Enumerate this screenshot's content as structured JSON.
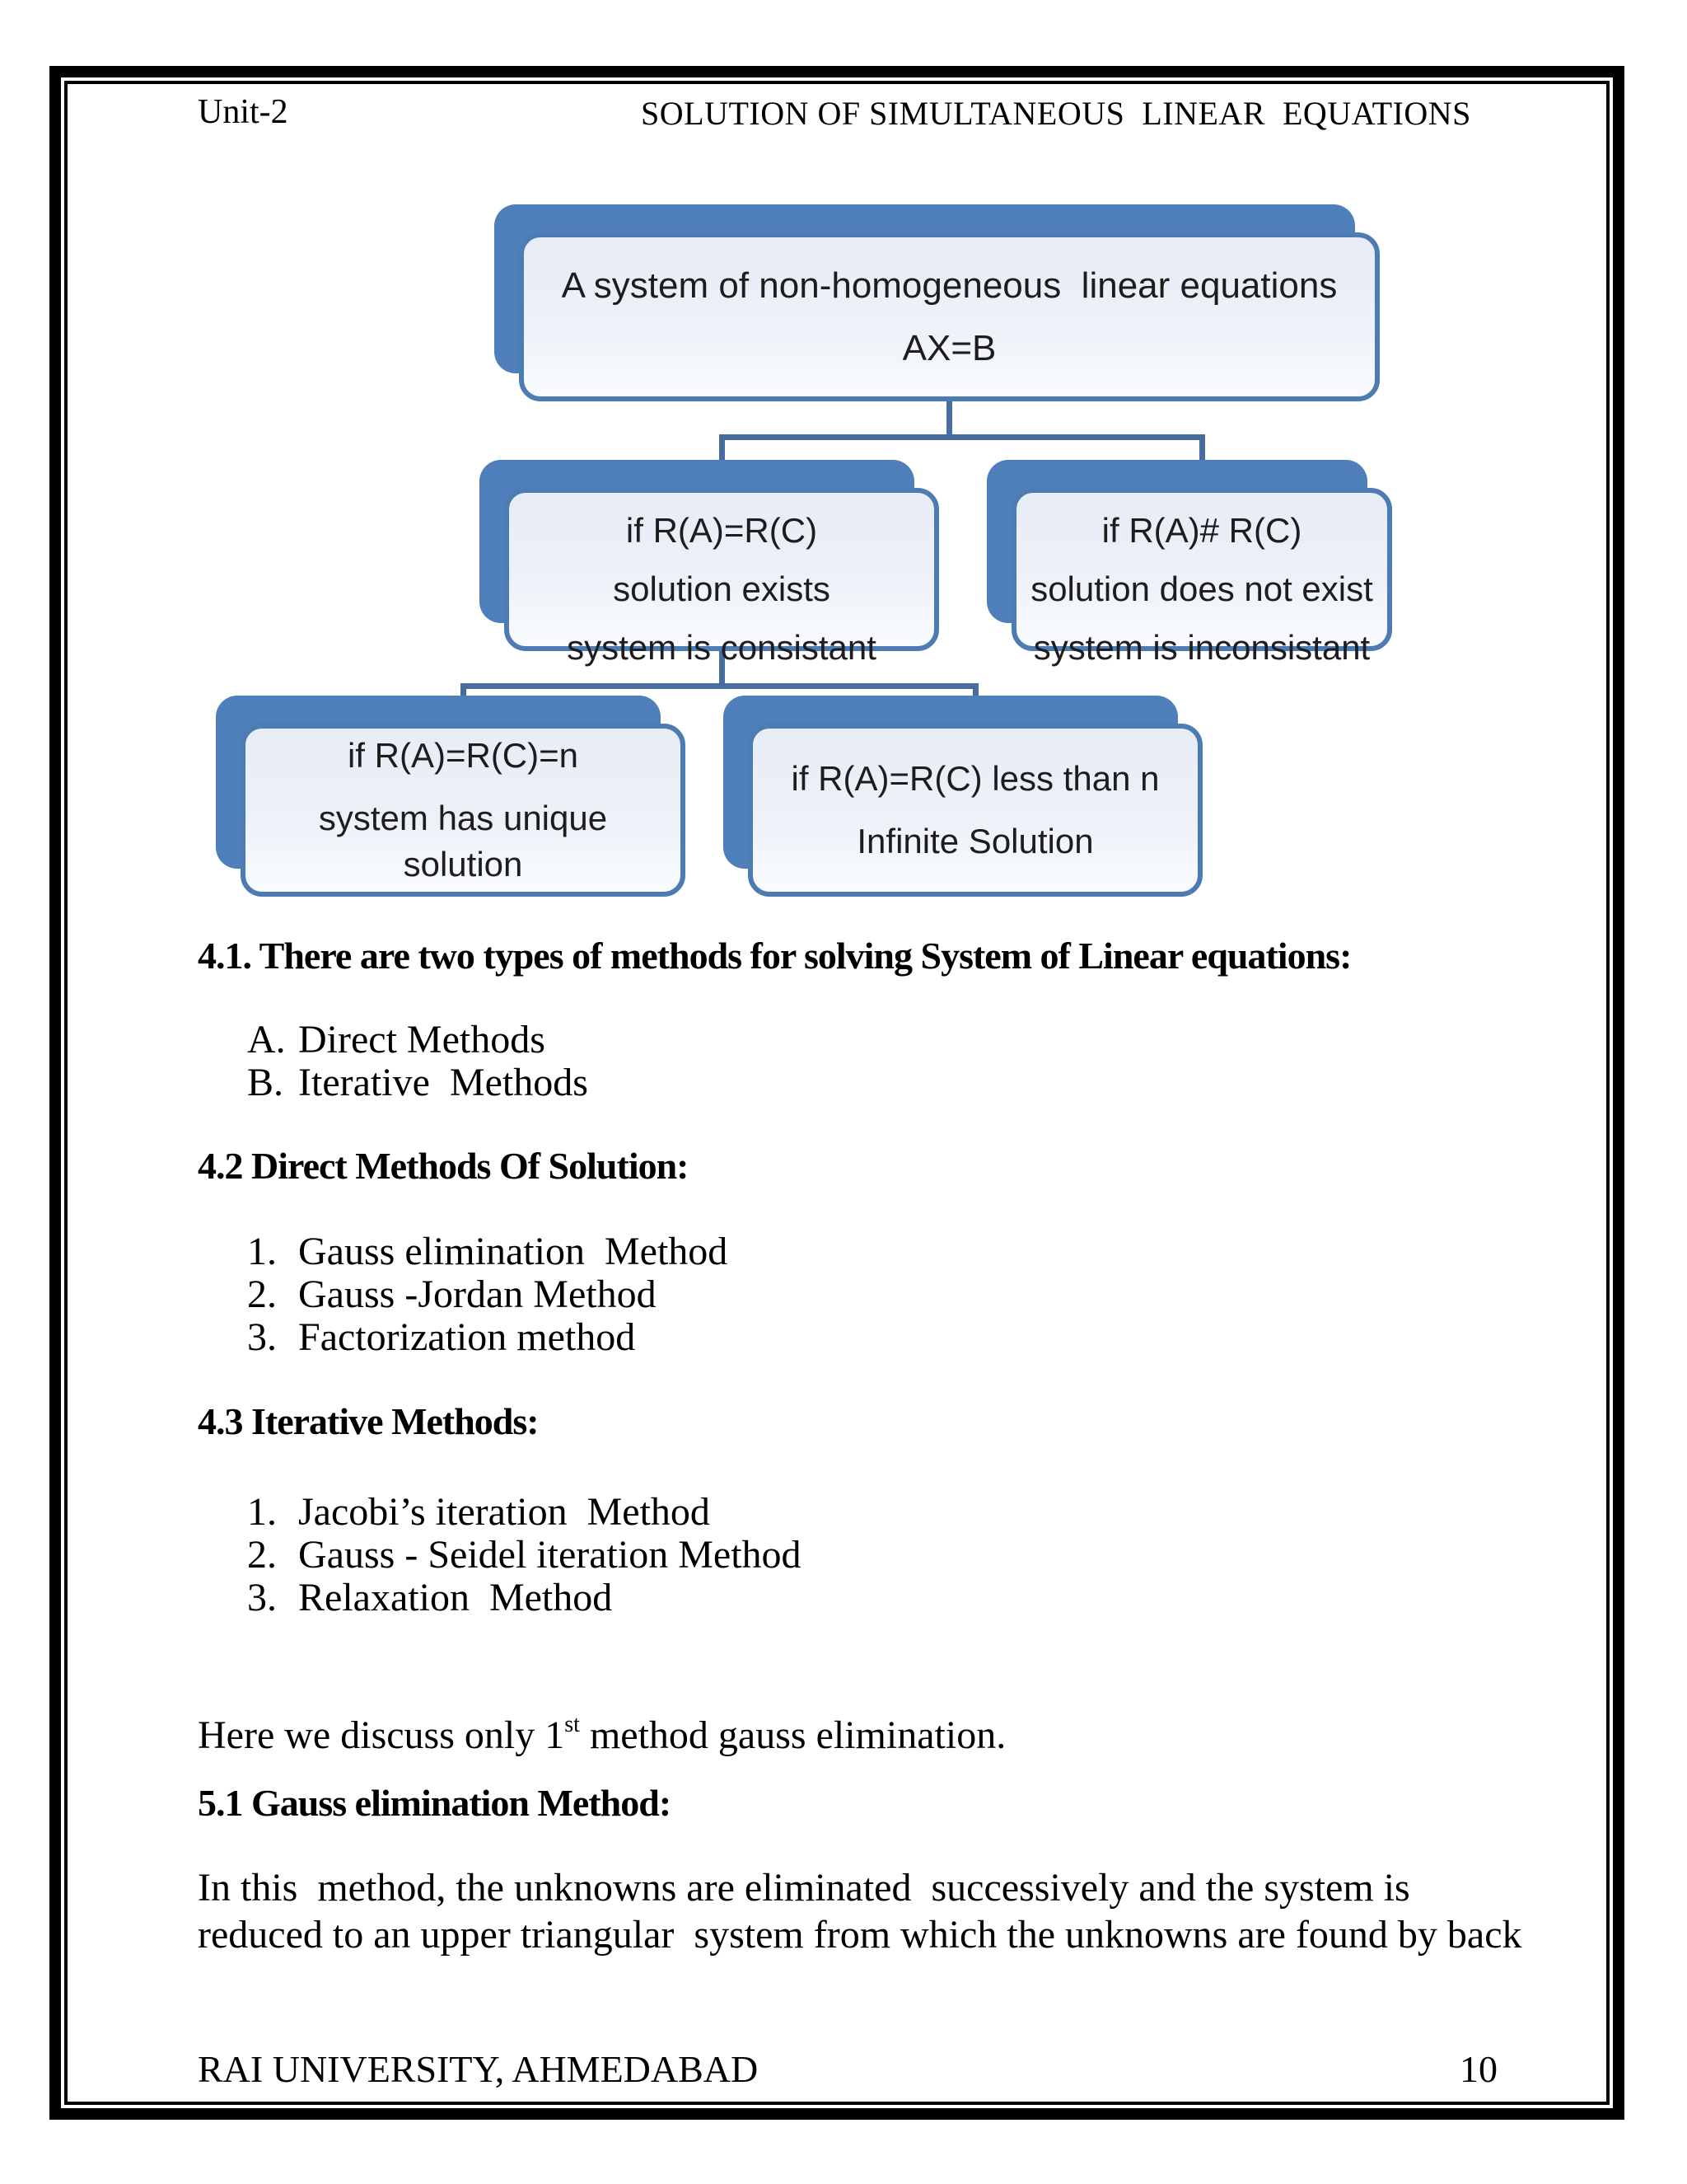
{
  "header": {
    "unit": "Unit-2",
    "title": "SOLUTION OF SIMULTANEOUS  LINEAR  EQUATIONS"
  },
  "flowchart": {
    "root": {
      "line1": "A system of non-homogeneous  linear equations",
      "line2": "AX=B"
    },
    "consistent": {
      "line1": "if R(A)=R(C)",
      "line2": "solution exists",
      "line3": "system is consistant"
    },
    "inconsistent": {
      "line1": "if R(A)# R(C)",
      "line2": "solution does not exist",
      "line3": "system is inconsistant"
    },
    "unique": {
      "line1": "if R(A)=R(C)=n",
      "line2": "system has unique solution"
    },
    "infinite": {
      "line1": "if R(A)=R(C) less than n",
      "line2": "Infinite Solution"
    },
    "colors": {
      "node_shadow": "#4f7fba",
      "node_border": "#4d7cb3",
      "node_fill": "#edf1f8",
      "connector": "#476d9f"
    }
  },
  "sections": {
    "s41": {
      "heading": "4.1. There are two types of methods for solving System of Linear equations:",
      "items": [
        {
          "marker": "A.",
          "text": "Direct Methods"
        },
        {
          "marker": "B.",
          "text": "Iterative  Methods"
        }
      ]
    },
    "s42": {
      "heading": "4.2 Direct Methods Of Solution:",
      "items": [
        {
          "marker": "1.",
          "text": "Gauss elimination  Method"
        },
        {
          "marker": "2.",
          "text": "Gauss -Jordan Method"
        },
        {
          "marker": "3.",
          "text": "Factorization method"
        }
      ]
    },
    "s43": {
      "heading": "4.3 Iterative Methods:",
      "items": [
        {
          "marker": "1.",
          "text": "Jacobi’s iteration  Method"
        },
        {
          "marker": "2.",
          "text": "Gauss - Seidel iteration Method"
        },
        {
          "marker": "3.",
          "text": "Relaxation  Method"
        }
      ]
    },
    "note": {
      "pre": "Here we discuss only 1",
      "sup": "st",
      "post": " method gauss elimination."
    },
    "s51": {
      "heading": "5.1 Gauss elimination Method:",
      "body": "In this  method, the unknowns are eliminated  successively and the system is\nreduced to an upper triangular  system from which the unknowns are found by back"
    }
  },
  "footer": {
    "left": "RAI UNIVERSITY, AHMEDABAD",
    "page_number": "10"
  }
}
